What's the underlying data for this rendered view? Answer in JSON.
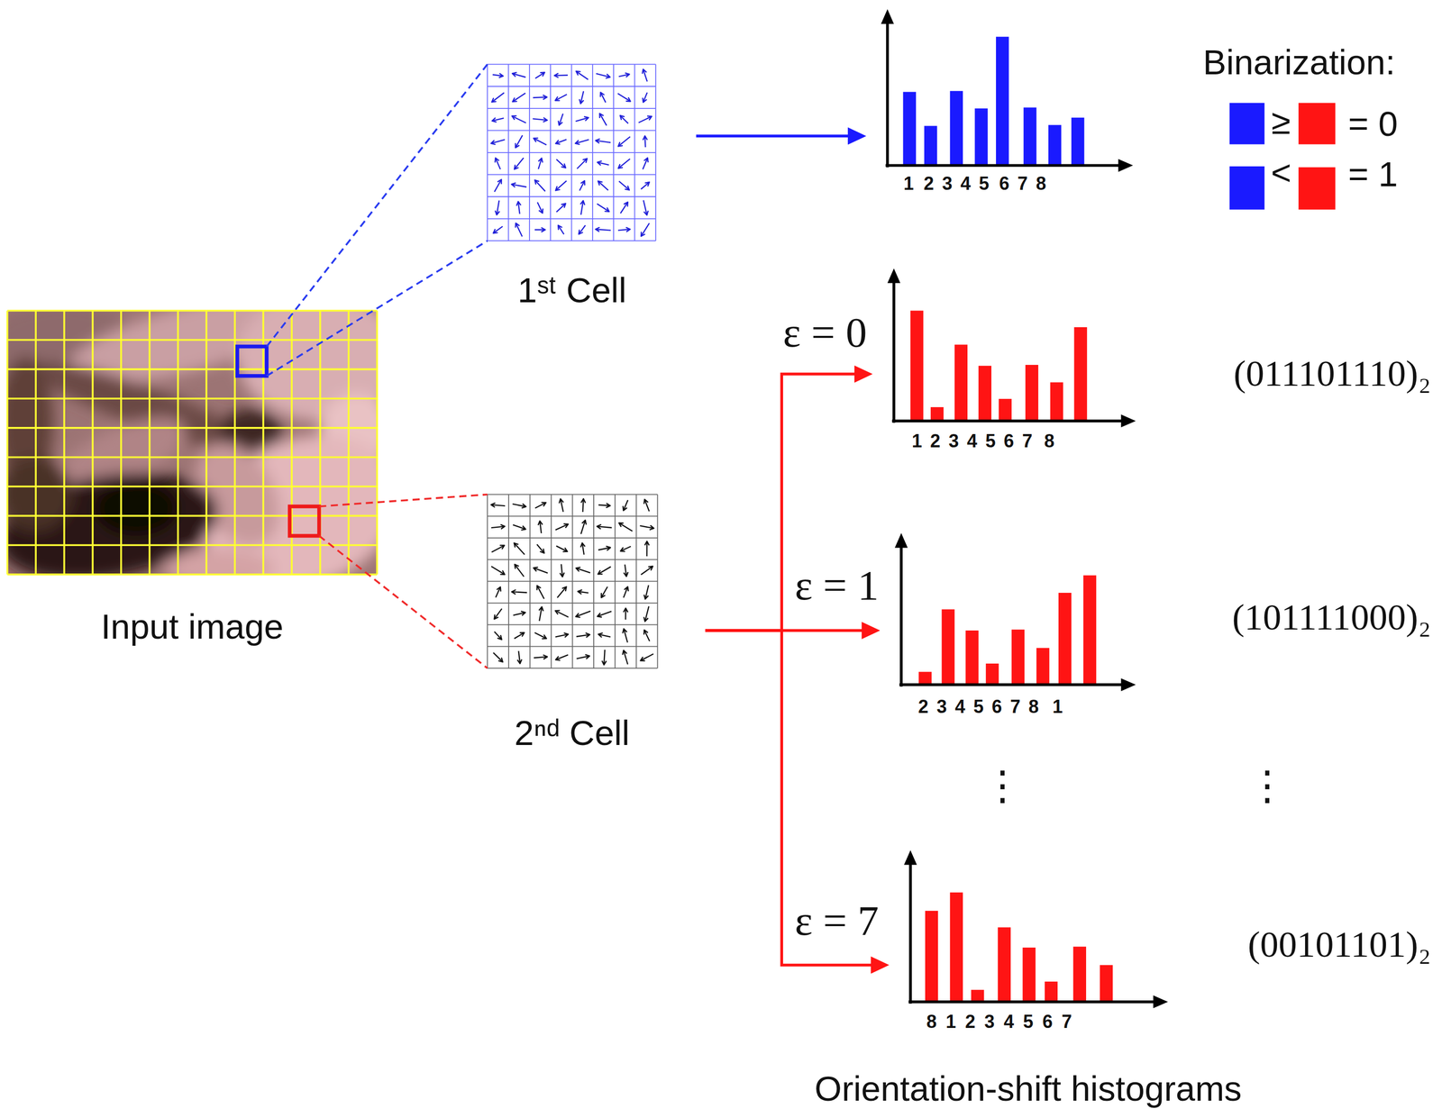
{
  "diagram": {
    "nodes": [
      {
        "text": [
          "Input image"
        ]
      },
      {
        "text": [
          "1ˢᵗ Cell"
        ]
      },
      {
        "text": [
          "2ⁿᵈ Cell"
        ]
      },
      {
        "text": [
          "1",
          "2",
          "3",
          "4",
          "5",
          "6",
          "7",
          "8"
        ]
      },
      {
        "text": [
          "1",
          "2",
          "3",
          "4",
          "5",
          "6",
          "7",
          "8"
        ]
      },
      {
        "text": [
          "2",
          "3",
          "4",
          "5",
          "6",
          "7",
          "8",
          "1"
        ]
      },
      {
        "text": [
          "8",
          "1",
          "2",
          "3",
          "4",
          "5",
          "6",
          "7"
        ]
      }
    ],
    "edges": [
      {
        "from": 0,
        "to": 1,
        "arrow": "none"
      },
      {
        "from": 0,
        "to": 2,
        "arrow": "none"
      },
      {
        "from": 1,
        "to": 3,
        "arrow": "to"
      },
      {
        "from": 2,
        "to": 4,
        "arrow": "to",
        "label": "ε = 0"
      },
      {
        "from": 2,
        "to": 5,
        "arrow": "to",
        "label": "ε = 1"
      },
      {
        "from": 2,
        "to": 6,
        "arrow": "to",
        "label": "ε = 7"
      }
    ],
    "labels": [
      "Binarization:",
      "≥",
      "= 0",
      "<",
      "= 1",
      "(011101110)₂",
      "(101111000)₂",
      "⋮",
      "⋮",
      "(00101101)₂",
      "Orientation-shift histograms"
    ]
  }
}
